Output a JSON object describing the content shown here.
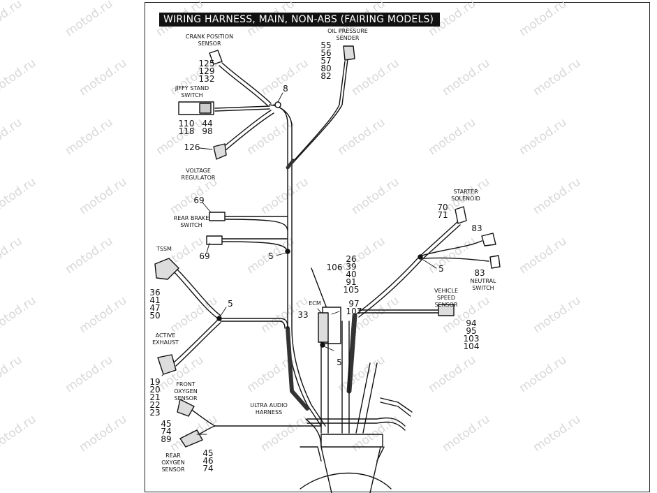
{
  "title": "WIRING HARNESS, MAIN, NON-ABS (FAIRING MODELS)",
  "watermark": "motod.ru",
  "components": {
    "crank_position_sensor": {
      "label": "CRANK POSITION SENSOR",
      "parts": [
        "125",
        "129",
        "132"
      ]
    },
    "oil_pressure_sender": {
      "label": "OIL PRESSURE SENDER",
      "parts": [
        "55",
        "56",
        "57",
        "80",
        "82"
      ]
    },
    "jiffy_stand_switch": {
      "label": "JIFFY STAND SWITCH",
      "parts_left": [
        "110",
        "118"
      ],
      "parts_right": [
        "44",
        "98"
      ]
    },
    "clamp_8": {
      "part": "8"
    },
    "voltage_regulator": {
      "label": "VOLTAGE REGULATOR",
      "part": "126"
    },
    "rear_brake_switch": {
      "label": "REAR BRAKE SWITCH",
      "part_top": "69",
      "part_bottom": "69"
    },
    "tie_strap_upper": {
      "part": "5"
    },
    "tssm": {
      "label": "TSSM",
      "parts": [
        "36",
        "41",
        "47",
        "50"
      ]
    },
    "tie_strap_left": {
      "part": "5"
    },
    "active_exhaust": {
      "label": "ACTIVE EXHAUST",
      "parts": [
        "19",
        "20",
        "21",
        "22",
        "23"
      ]
    },
    "front_oxygen_sensor": {
      "label": "FRONT OXYGEN SENSOR",
      "parts": [
        "45",
        "74",
        "89"
      ]
    },
    "rear_oxygen_sensor": {
      "label": "REAR OXYGEN SENSOR",
      "parts": [
        "45",
        "46",
        "74"
      ]
    },
    "ultra_audio_harness": {
      "label": "ULTRA AUDIO HARNESS"
    },
    "ecm": {
      "label": "ECM",
      "part": "33",
      "parts_top": [
        "26",
        "39",
        "40",
        "91",
        "105"
      ],
      "parts_right": [
        "97",
        "107"
      ],
      "item_106": "106",
      "tie_strap": "5"
    },
    "starter_solenoid": {
      "label": "STARTER SOLENOID",
      "parts": [
        "70",
        "71"
      ]
    },
    "neutral_switch": {
      "label": "NEUTRAL SWITCH",
      "part_top": "83",
      "part_bottom": "83"
    },
    "tie_strap_right": {
      "part": "5"
    },
    "vehicle_speed_sensor": {
      "label": "VEHICLE SPEED SENSOR",
      "parts": [
        "94",
        "95",
        "103",
        "104"
      ]
    }
  }
}
